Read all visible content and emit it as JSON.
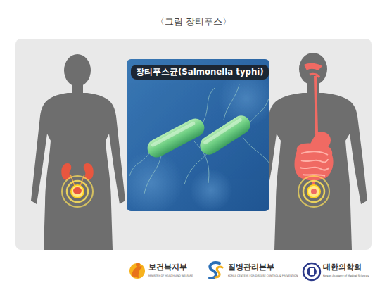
{
  "diagram": {
    "title": "〈그림 장티푸스〉",
    "nodes": [
      {
        "text": [
          "장티푸스균(Salmonella typhi)"
        ]
      }
    ],
    "labels": [
      "보건복지부",
      "MINISTRY OF HEALTH AND WELFARE",
      "질병관리본부",
      "KOREA CENTERS FOR DISEASE CONTROL & PREVENTION",
      "대한의학회",
      "Korean Academy of Medical Sciences"
    ]
  }
}
